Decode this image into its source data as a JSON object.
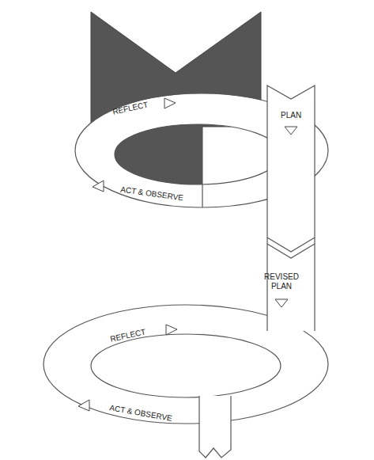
{
  "diagram": {
    "labels": [
      "REFLECT",
      "PLAN",
      "ACT & OBSERVE",
      "REVISED PLAN",
      "REFLECT",
      "ACT & OBSERVE"
    ]
  }
}
